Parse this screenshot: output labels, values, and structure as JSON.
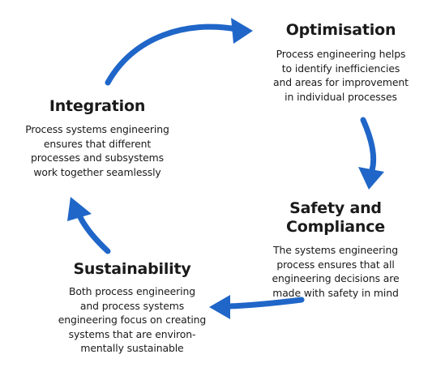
{
  "colors": {
    "arrow": "#1f66c8",
    "text": "#1a1a1a",
    "background": "#ffffff"
  },
  "nodes": {
    "optimisation": {
      "title": "Optimisation",
      "body": "Process engineering helps\nto identify inefficiencies\nand areas for improvement\nin individual processes"
    },
    "safety": {
      "title": "Safety and\nCompliance",
      "body": "The systems engineering\nprocess ensures that all\nengineering decisions are\nmade with safety in mind"
    },
    "sustainability": {
      "title": "Sustainability",
      "body": "Both process engineering\nand process systems\nengineering focus on creating\nsystems that are environ-\nmentally sustainable"
    },
    "integration": {
      "title": "Integration",
      "body": "Process systems engineering\nensures that different\nprocesses and subsystems\nwork together seamlessly"
    }
  },
  "arrows": [
    {
      "name": "arrow-integration-to-optimisation",
      "icon": "curved-arrow-icon"
    },
    {
      "name": "arrow-optimisation-to-safety",
      "icon": "curved-arrow-icon"
    },
    {
      "name": "arrow-safety-to-sustainability",
      "icon": "curved-arrow-icon"
    },
    {
      "name": "arrow-sustainability-to-integration",
      "icon": "curved-arrow-icon"
    }
  ]
}
